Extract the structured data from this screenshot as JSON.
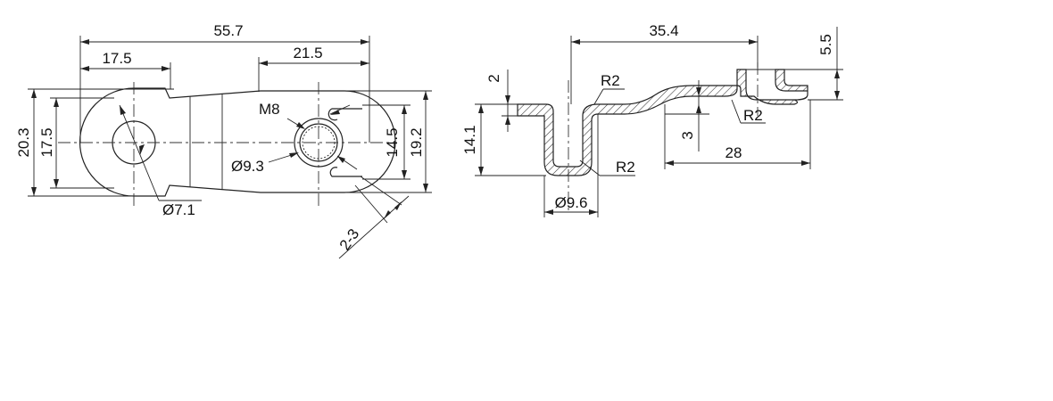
{
  "drawing": {
    "front_view": {
      "overall_length": "55.7",
      "hole_offset": "17.5",
      "thread_offset": "21.5",
      "outer_height": "20.3",
      "inner_height": "17.5",
      "thread_label": "M8",
      "counterbore_dia": "Ø9.3",
      "slot_height": "14.5",
      "end_height": "19.2",
      "hole_dia": "Ø7.1",
      "slot_width": "2-3"
    },
    "side_view": {
      "span": "35.4",
      "boss_height": "5.5",
      "thickness": "2",
      "radius_top": "R2",
      "radius_right": "R2",
      "radius_cup": "R2",
      "offset": "3",
      "cup_depth": "14.1",
      "right_length": "28",
      "cup_dia": "Ø9.6"
    }
  }
}
